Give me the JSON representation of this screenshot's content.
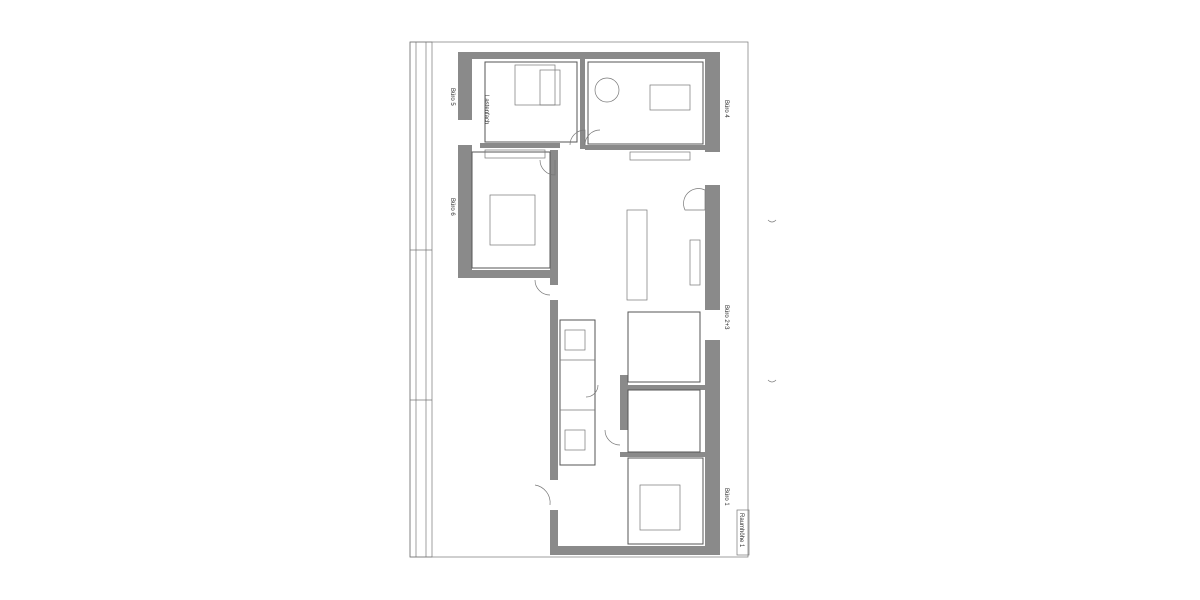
{
  "plan": {
    "rooms": {
      "buero5": "Büro 5",
      "buero6": "Büro 6",
      "buero4": "Büro 4",
      "buero23": "Büro 2+3",
      "buero1": "Büro 1",
      "storage": "Lastenfach"
    },
    "height_note": "Raumhöhe 1",
    "colors": {
      "wall": "#8a8a8a",
      "line": "#555555",
      "paper": "#ffffff"
    }
  }
}
